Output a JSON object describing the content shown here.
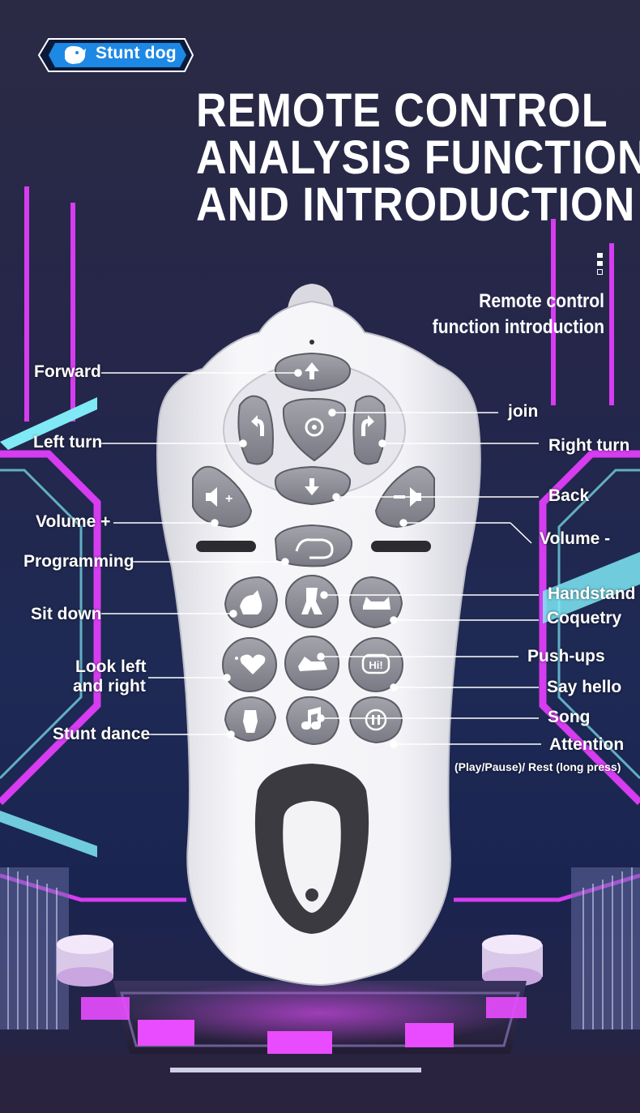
{
  "badge": {
    "label": "Stunt dog",
    "icon": "dog-icon"
  },
  "title": {
    "line1": "REMOTE CONTROL",
    "line2": "ANALYSIS FUNCTION",
    "line3": "AND INTRODUCTION"
  },
  "subtitle": {
    "line1": "Remote control",
    "line2": "function introduction"
  },
  "labels": {
    "forward": "Forward",
    "join": "join",
    "left_turn": "Left turn",
    "right_turn": "Right turn",
    "back": "Back",
    "volume_up": "Volume +",
    "volume_down": "Volume -",
    "programming": "Programming",
    "handstand": "Handstand",
    "sit_down": "Sit down",
    "coquetry": "Coquetry",
    "push_ups": "Push-ups",
    "look_left_1": "Look left",
    "look_left_2": "and right",
    "say_hello": "Say hello",
    "song": "Song",
    "stunt_dance": "Stunt dance",
    "attention": "Attention",
    "attention_note": "(Play/Pause)/ Rest (long press)"
  },
  "button_glyphs": {
    "hi": "Hi!",
    "plus": "+"
  },
  "colors": {
    "accent_blue": "#1e88e5",
    "neon_pink": "#e040fb",
    "neon_cyan": "#7fe9f5",
    "remote_body": "#f1f1f5",
    "button_grey": "#8d8d96"
  }
}
